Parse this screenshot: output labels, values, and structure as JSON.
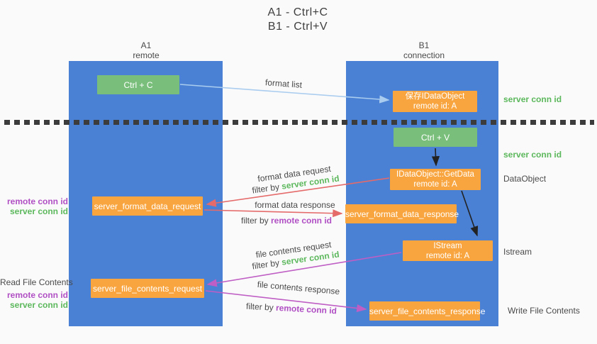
{
  "title": {
    "line1": "A1 - Ctrl+C",
    "line2": "B1 - Ctrl+V"
  },
  "columns": {
    "left": {
      "name": "A1",
      "subtitle": "remote"
    },
    "right": {
      "name": "B1",
      "subtitle": "connection"
    }
  },
  "nodes": {
    "ctrl_c": "Ctrl + C",
    "ctrl_v": "Ctrl + V",
    "save_dataobject": {
      "line1": "保存IDataObject",
      "line2": "remote id: A"
    },
    "getdata": {
      "line1": "IDataObject::GetData",
      "line2": "remote id: A"
    },
    "istream": {
      "line1": "IStream",
      "line2": "remote id: A"
    },
    "format_request": "server_format_data_request",
    "format_response": "server_format_data_response",
    "file_request": "server_file_contents_request",
    "file_response": "server_file_contents_response"
  },
  "arrow_labels": {
    "format_list": "format list",
    "format_data_request": "format data request",
    "format_data_response": "format data response",
    "file_contents_request": "file contents request",
    "file_contents_response": "file contents response",
    "filter_by": "filter by ",
    "server_conn_id": "server conn id",
    "remote_conn_id": "remote conn id"
  },
  "annotations": {
    "server_conn_id": "server conn id",
    "remote_conn_id": "remote conn id",
    "dataobject": "DataObject",
    "istream": "Istream",
    "read_file_contents": "Read File Contents",
    "write_file_contents": "Write File Contents"
  },
  "colors": {
    "lane_blue": "#4a81d4",
    "node_green": "#79bf7b",
    "node_orange": "#f8a53f",
    "arrow_light_blue": "#a9ccef",
    "arrow_red": "#e56a6a",
    "arrow_magenta": "#bf5ec4",
    "arrow_black": "#222222",
    "text_green": "#5cb85c",
    "text_purple": "#b04fc4",
    "background": "#fafafa"
  }
}
